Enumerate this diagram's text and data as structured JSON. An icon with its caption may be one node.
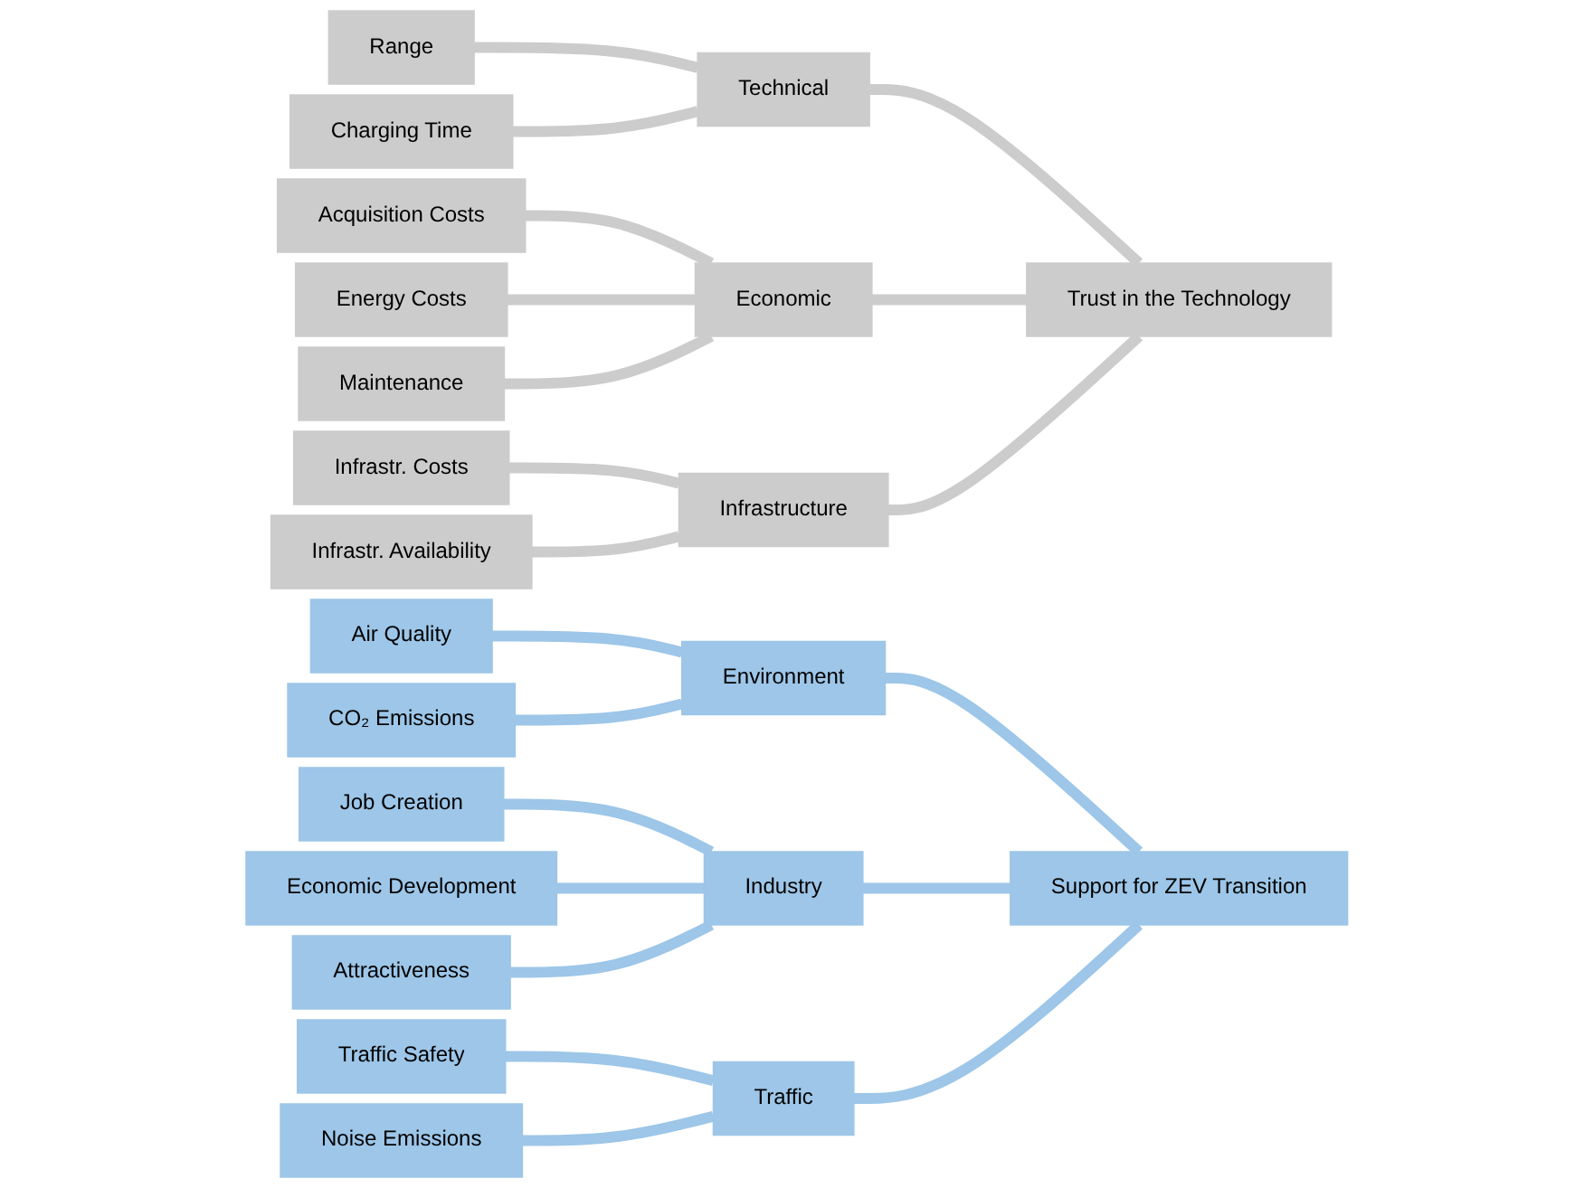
{
  "diagram": {
    "nodes": [
      {
        "text": [
          "Range"
        ]
      },
      {
        "text": [
          "Charging Time"
        ]
      },
      {
        "text": [
          "Acquisition Costs"
        ]
      },
      {
        "text": [
          "Energy Costs"
        ]
      },
      {
        "text": [
          "Maintenance"
        ]
      },
      {
        "text": [
          "Infrastr. Costs"
        ]
      },
      {
        "text": [
          "Infrastr. Availability"
        ]
      },
      {
        "text": [
          "Air Quality"
        ]
      },
      {
        "text": [
          "CO₂ Emissions"
        ]
      },
      {
        "text": [
          "Job Creation"
        ]
      },
      {
        "text": [
          "Economic Development"
        ]
      },
      {
        "text": [
          "Attractiveness"
        ]
      },
      {
        "text": [
          "Traffic Safety"
        ]
      },
      {
        "text": [
          "Noise Emissions"
        ]
      },
      {
        "text": [
          "Technical"
        ]
      },
      {
        "text": [
          "Economic"
        ]
      },
      {
        "text": [
          "Infrastructure"
        ]
      },
      {
        "text": [
          "Environment"
        ]
      },
      {
        "text": [
          "Industry"
        ]
      },
      {
        "text": [
          "Traffic"
        ]
      },
      {
        "text": [
          "Trust in the Technology"
        ]
      },
      {
        "text": [
          "Support for ZEV Transition"
        ]
      }
    ],
    "edges": [
      {
        "from": 0,
        "to": 14,
        "arrow": "none",
        "color": "#cccccc"
      },
      {
        "from": 1,
        "to": 14,
        "arrow": "none",
        "color": "#cccccc"
      },
      {
        "from": 2,
        "to": 15,
        "arrow": "none",
        "color": "#cccccc"
      },
      {
        "from": 3,
        "to": 15,
        "arrow": "none",
        "color": "#cccccc"
      },
      {
        "from": 4,
        "to": 15,
        "arrow": "none",
        "color": "#cccccc"
      },
      {
        "from": 5,
        "to": 16,
        "arrow": "none",
        "color": "#cccccc"
      },
      {
        "from": 6,
        "to": 16,
        "arrow": "none",
        "color": "#cccccc"
      },
      {
        "from": 14,
        "to": 20,
        "arrow": "none",
        "color": "#cccccc"
      },
      {
        "from": 15,
        "to": 20,
        "arrow": "none",
        "color": "#cccccc"
      },
      {
        "from": 16,
        "to": 20,
        "arrow": "none",
        "color": "#cccccc"
      },
      {
        "from": 7,
        "to": 17,
        "arrow": "none",
        "color": "#9dc6e8"
      },
      {
        "from": 8,
        "to": 17,
        "arrow": "none",
        "color": "#9dc6e8"
      },
      {
        "from": 9,
        "to": 18,
        "arrow": "none",
        "color": "#9dc6e8"
      },
      {
        "from": 10,
        "to": 18,
        "arrow": "none",
        "color": "#9dc6e8"
      },
      {
        "from": 11,
        "to": 18,
        "arrow": "none",
        "color": "#9dc6e8"
      },
      {
        "from": 12,
        "to": 19,
        "arrow": "none",
        "color": "#9dc6e8"
      },
      {
        "from": 13,
        "to": 19,
        "arrow": "none",
        "color": "#9dc6e8"
      },
      {
        "from": 17,
        "to": 21,
        "arrow": "none",
        "color": "#9dc6e8"
      },
      {
        "from": 18,
        "to": 21,
        "arrow": "none",
        "color": "#9dc6e8"
      },
      {
        "from": 19,
        "to": 21,
        "arrow": "none",
        "color": "#9dc6e8"
      }
    ]
  }
}
